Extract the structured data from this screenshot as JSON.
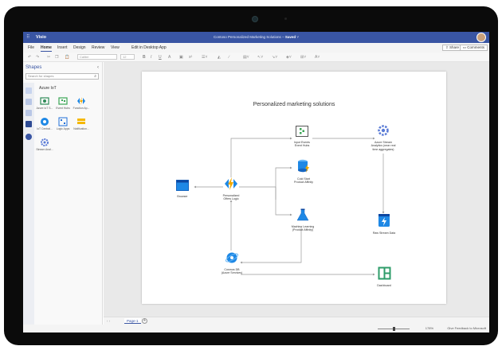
{
  "app": {
    "name": "Visio",
    "document_title": "Contoso Personalized Marketing Solutions",
    "save_status": "Saved"
  },
  "menu": {
    "items": [
      "File",
      "Home",
      "Insert",
      "Design",
      "Review",
      "View"
    ],
    "active": "Home",
    "edit_desktop": "Edit in Desktop App",
    "share": "Share",
    "comments": "Comments"
  },
  "ribbon": {
    "font_name": "Calibri",
    "font_size": "12",
    "bold": "B",
    "italic": "I",
    "underline": "U"
  },
  "shapes_panel": {
    "title": "Shapes",
    "search_placeholder": "Search for shapes",
    "stencil": "Azure IoT",
    "tiles": [
      {
        "label": "Azure IoT S...",
        "icon": "iot-hub-icon",
        "color": "#2e8b57"
      },
      {
        "label": "Event Hubs",
        "icon": "event-hubs-icon",
        "color": "#3aa655"
      },
      {
        "label": "Function Ap...",
        "icon": "function-app-icon",
        "color": "#f2a900"
      },
      {
        "label": "IoT Central...",
        "icon": "iot-central-icon",
        "color": "#1e88e5"
      },
      {
        "label": "Logic Apps",
        "icon": "logic-apps-icon",
        "color": "#1e6fd9"
      },
      {
        "label": "Notification...",
        "icon": "notification-hubs-icon",
        "color": "#f5b800"
      },
      {
        "label": "Stream Anal...",
        "icon": "stream-analytics-icon",
        "color": "#5a7bd6"
      }
    ]
  },
  "diagram": {
    "title": "Personalized marketing solutions",
    "nodes": {
      "browser": "Browser",
      "logic": [
        "Personalized",
        "Offers Logic"
      ],
      "event_hubs": [
        "Input Events",
        "Event Hubs"
      ],
      "stream_analytics": [
        "Azure Stream",
        "Analytics (near real",
        "time aggregates)"
      ],
      "cold_start": [
        "Cold Start",
        "Product Affinity"
      ],
      "ml": [
        "Machine Learning",
        "(Product Affinity)"
      ],
      "raw_stream": "Raw Stream Data",
      "cosmos": [
        "Cosmos DB",
        "(Azure Services)"
      ],
      "dashboard": "Dashboard"
    }
  },
  "pagebar": {
    "page": "Page-1",
    "add": "+"
  },
  "status": {
    "zoom": "178%",
    "feedback": "Give Feedback to Microsoft"
  },
  "colors": {
    "brand": "#3955a3",
    "connector": "#9a9a9a",
    "azure_blue": "#1e88e5",
    "function_yellow": "#f2a900"
  }
}
